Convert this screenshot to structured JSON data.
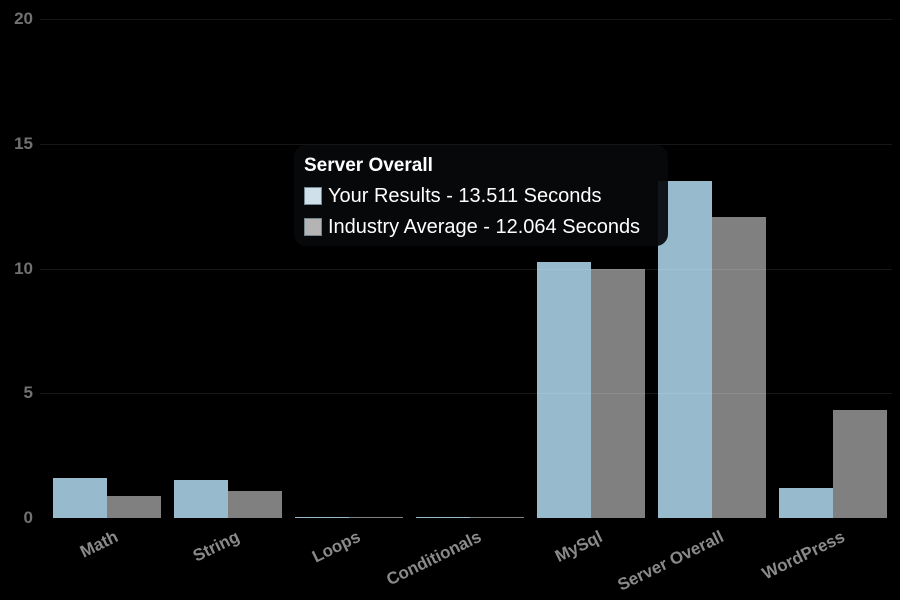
{
  "chart_data": {
    "type": "bar",
    "title": "",
    "xlabel": "",
    "ylabel": "",
    "ylim": [
      0,
      20
    ],
    "yticks": [
      0,
      5,
      10,
      15,
      20
    ],
    "grid": "horizontal-faint",
    "background_color": "#000000",
    "categories": [
      "Math",
      "String",
      "Loops",
      "Conditionals",
      "MySql",
      "Server Overall",
      "WordPress"
    ],
    "series": [
      {
        "name": "Your Results",
        "color": "#97bbcd",
        "swatch_color": "#cfe0eb",
        "values": [
          1.62,
          1.54,
          0.06,
          0.05,
          10.28,
          13.511,
          1.22
        ]
      },
      {
        "name": "Industry Average",
        "color": "#808080",
        "swatch_color": "#b4b4b4",
        "values": [
          0.87,
          1.1,
          0.05,
          0.05,
          9.96,
          12.064,
          4.31
        ]
      }
    ],
    "tooltip": {
      "title": "Server Overall",
      "rows": [
        {
          "text": "Your Results - 13.511 Seconds",
          "swatch_color": "#cfe0eb"
        },
        {
          "text": "Industry Average - 12.064 Seconds",
          "swatch_color": "#b4b4b4"
        }
      ]
    },
    "axis_label_color": "#8a8a8a",
    "tick_label_color": "#717171"
  }
}
